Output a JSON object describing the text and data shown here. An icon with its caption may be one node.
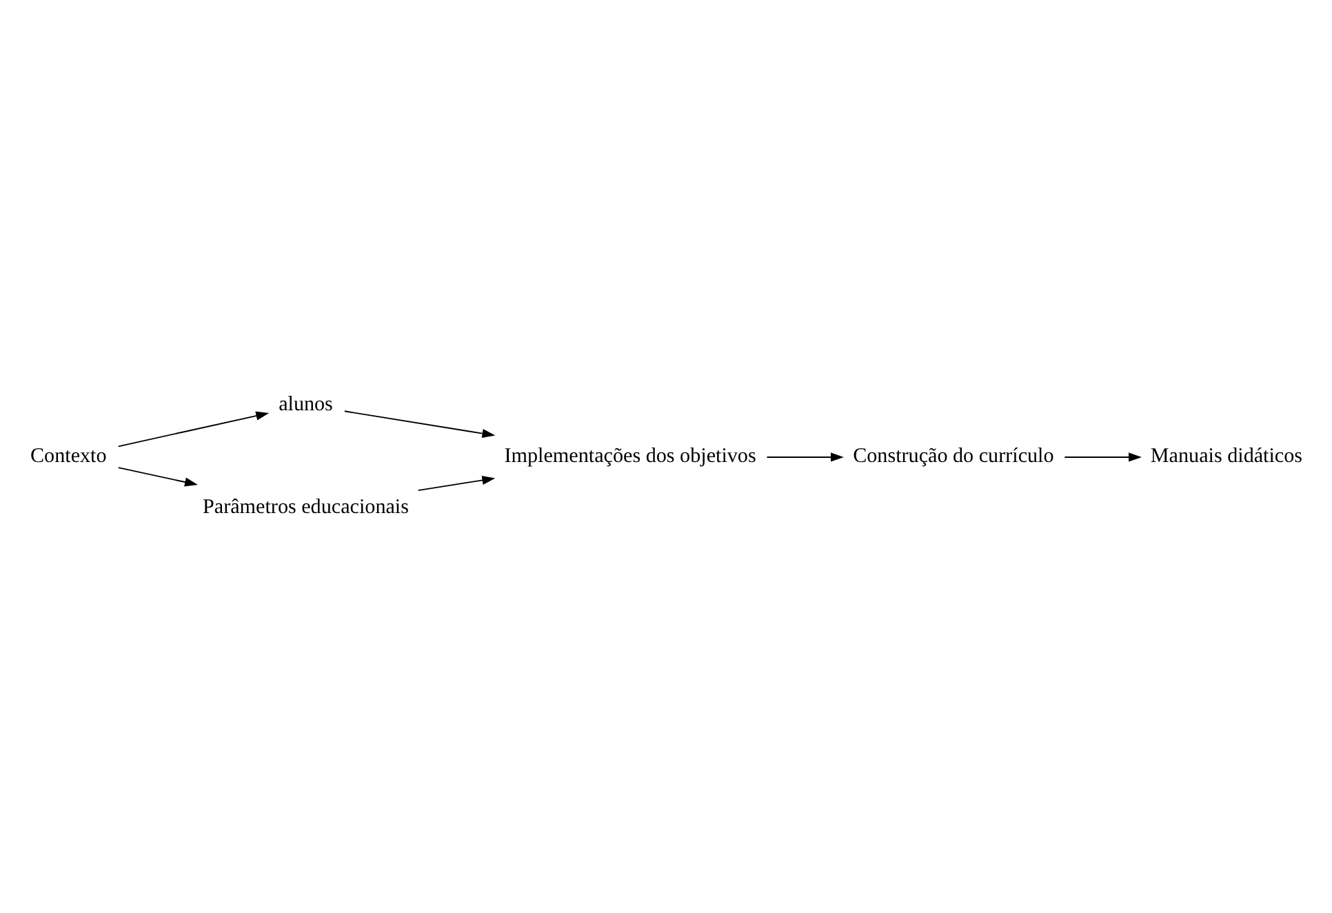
{
  "diagram": {
    "nodes": [
      {
        "text": [
          "Contexto"
        ]
      },
      {
        "text": [
          "alunos"
        ]
      },
      {
        "text": [
          "Implementações dos objetivos"
        ]
      },
      {
        "text": [
          "Parâmetros educacionais"
        ]
      },
      {
        "text": [
          "Construção do currículo"
        ]
      },
      {
        "text": [
          "Manuais didáticos"
        ]
      }
    ],
    "edges": [
      {
        "from": 0,
        "to": 1,
        "arrow": "to"
      },
      {
        "from": 1,
        "to": 2,
        "arrow": "to"
      },
      {
        "from": 0,
        "to": 3,
        "arrow": "to"
      },
      {
        "from": 3,
        "to": 2,
        "arrow": "to"
      },
      {
        "from": 2,
        "to": 4,
        "arrow": "to"
      },
      {
        "from": 4,
        "to": 5,
        "arrow": "to"
      }
    ]
  }
}
